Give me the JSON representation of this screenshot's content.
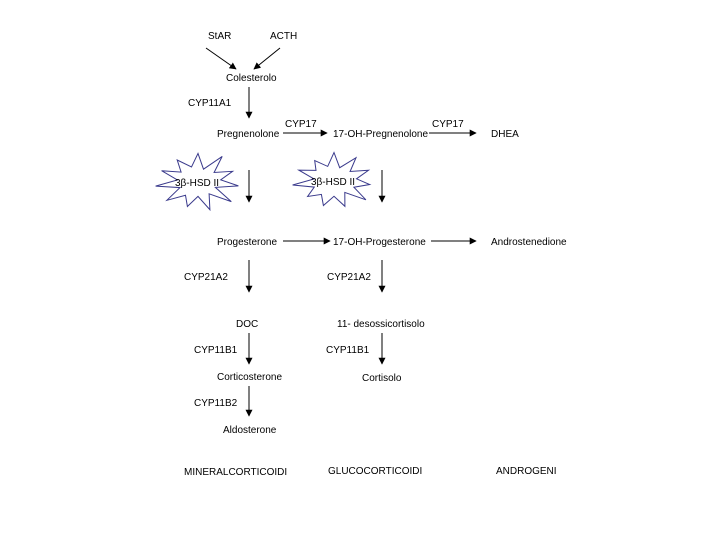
{
  "nodes": {
    "star": "StAR",
    "acth": "ACTH",
    "colesterolo": "Colesterolo",
    "pregnenolone": "Pregnenolone",
    "oh_pregnenolone": "17-OH-Pregnenolone",
    "dhea": "DHEA",
    "progesterone": "Progesterone",
    "oh_progesterone": "17-OH-Progesterone",
    "androstenedione": "Androstenedione",
    "doc": "DOC",
    "desossicortisolo": "11- desossicortisolo",
    "corticosterone": "Corticosterone",
    "cortisolo": "Cortisolo",
    "aldosterone": "Aldosterone"
  },
  "enzymes": {
    "cyp11a1": "CYP11A1",
    "cyp17_a": "CYP17",
    "cyp17_b": "CYP17",
    "hsd_a": "3β-HSD II",
    "hsd_b": "3β-HSD II",
    "cyp21a2_a": "CYP21A2",
    "cyp21a2_b": "CYP21A2",
    "cyp11b1_a": "CYP11B1",
    "cyp11b1_b": "CYP11B1",
    "cyp11b2": "CYP11B2"
  },
  "categories": {
    "mineral": "MINERALCORTICOIDI",
    "gluco": "GLUCOCORTICOIDI",
    "andro": "ANDROGENI"
  },
  "colors": {
    "starburst_stroke": "#3a3a8c",
    "line": "#000000"
  }
}
